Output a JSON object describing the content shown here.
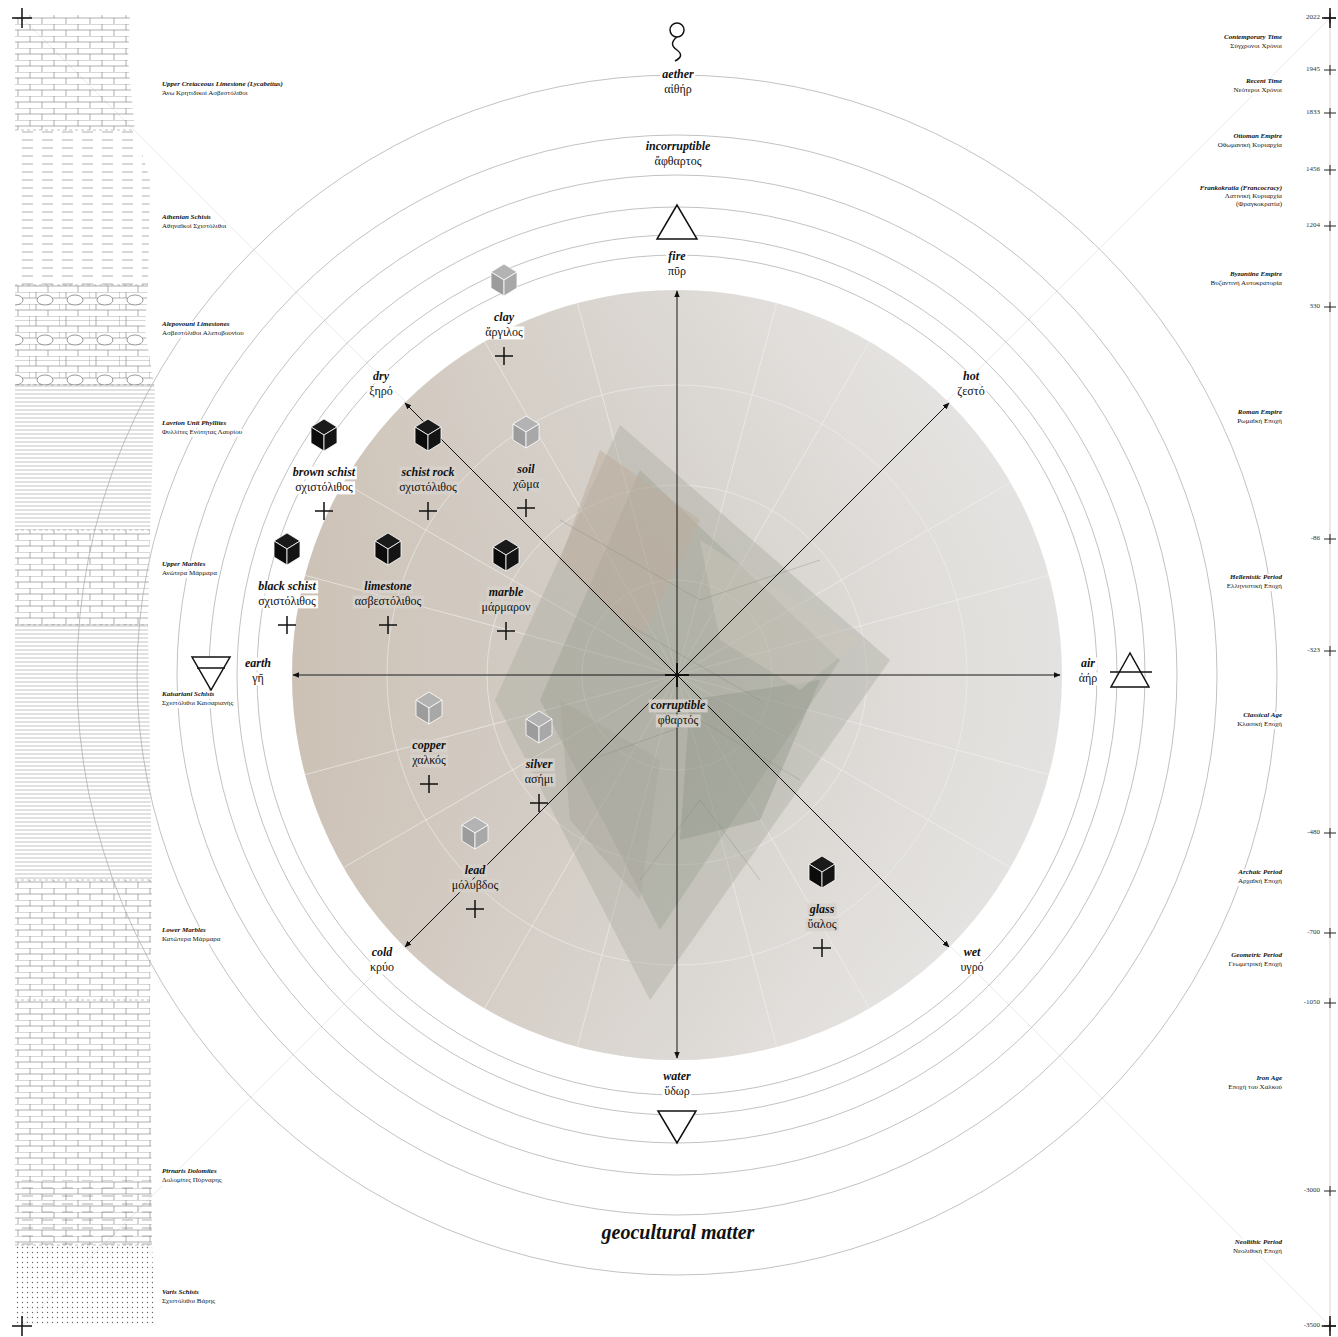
{
  "diagram": {
    "title": "geocultural matter",
    "labels": [
      "aether",
      "αἰθήρ",
      "incorruptible",
      "ἄφθαρτος",
      "fire",
      "πῦρ",
      "dry",
      "ξηρό",
      "hot",
      "ζεστό",
      "earth",
      "γῆ",
      "air",
      "ἀήρ",
      "corruptible",
      "φθαρτός",
      "cold",
      "κρύο",
      "wet",
      "υγρό",
      "water",
      "ὕδωρ",
      "clay",
      "ἄργιλος",
      "brown schist",
      "σχιστόλιθος",
      "schist rock",
      "σχιστόλιθος",
      "soil",
      "χῶμα",
      "black schist",
      "σχιστόλιθος",
      "limestone",
      "ασβεστόλιθος",
      "marble",
      "μάρμαρον",
      "copper",
      "χαλκός",
      "silver",
      "ασήμι",
      "lead",
      "μόλυβδος",
      "glass",
      "ὕαλος",
      "Upper Cretaceous Limestone (Lycabettus)",
      "Άνω Κρητιδικοί Ασβεστόλιθοι",
      "Athenian Schists",
      "Αθηναϊκοί Σχιστόλιθοι",
      "Alepovouni Limestones",
      "Ασβεστόλιθοι Αλεποβουνίου",
      "Lavrion Unit Phyllites",
      "Φυλλίτες Ενότητας Λαυρίου",
      "Upper Marbles",
      "Ανώτερα Μάρμαρα",
      "Kaisariani Schists",
      "Σχιστόλιθοι Καισαριανής",
      "Lower Marbles",
      "Κατώτερα Μάρμαρα",
      "Pirnaris Dolomites",
      "Δολομίτες Πύρναρης",
      "Varis Schists",
      "Σχιστόλιθοι Βάρης",
      "Contemporary Time",
      "Σύγχρονοι Χρόνοι",
      "Recent Time",
      "Νεότεροι Χρόνοι",
      "Ottoman Empire",
      "Οθωμανική Κυριαρχία",
      "Frankokratia (Francocracy)",
      "Λατινική Κυριαρχία (Φραγκοκρατία)",
      "Byzantine Empire",
      "Βυζαντινή Αυτοκρατορία",
      "Roman Empire",
      "Ρωμαϊκή Εποχή",
      "Hellenistic Period",
      "Ελληνιστική Εποχή",
      "Classical Age",
      "Κλασική Εποχή",
      "Archaic Period",
      "Αρχαϊκή Εποχή",
      "Geometric Period",
      "Γεωμετρική Εποχή",
      "Iron Age",
      "Εποχή του Χαλκού",
      "Neolithic Period",
      "Νεολιθική Εποχή",
      "2022",
      "1945",
      "1833",
      "1456",
      "1204",
      "330",
      "-86",
      "-323",
      "-480",
      "-700",
      "-1050",
      "-3000",
      "-3500"
    ]
  }
}
